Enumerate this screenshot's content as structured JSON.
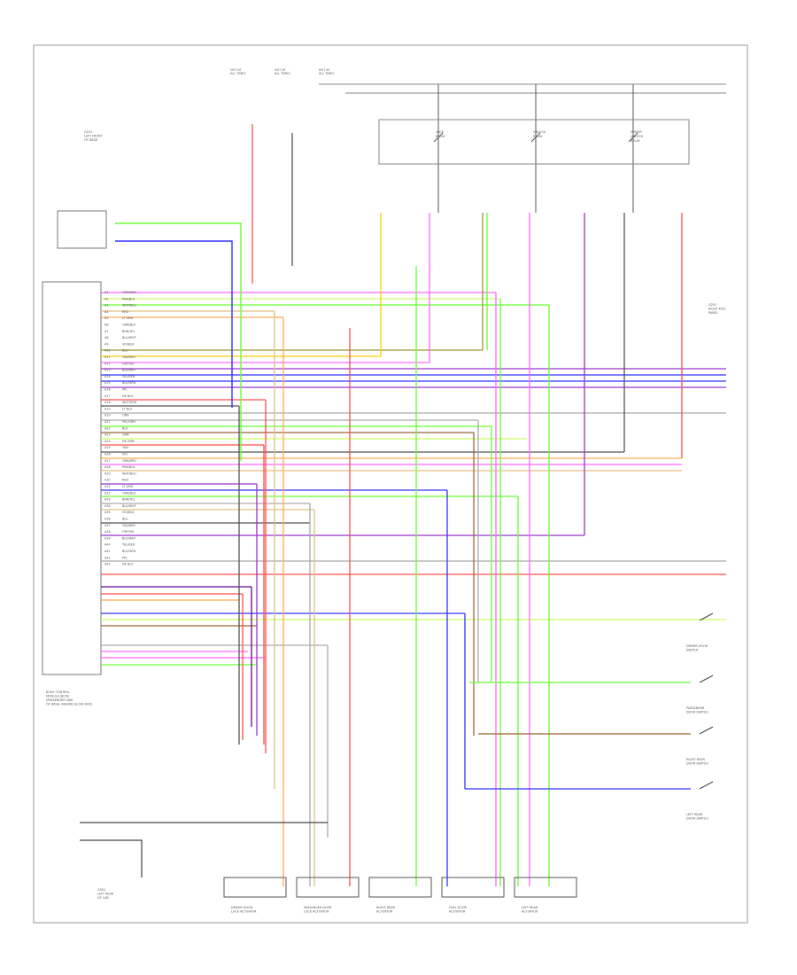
{
  "footer_code": "",
  "modules": {
    "bcm_label": [
      "BODY CONTROL",
      "MODULE (BCM)",
      "(PASSENGER SIDE",
      "OF DASH, BEHIND GLOVE BOX)"
    ]
  },
  "components": [
    {
      "id": "ds",
      "label": [
        "DRIVER DOOR",
        "LOCK ACTUATOR"
      ]
    },
    {
      "id": "pd",
      "label": [
        "PASSENGER DOOR",
        "LOCK ACTUATOR"
      ]
    },
    {
      "id": "rr",
      "label": [
        "RIGHT REAR",
        "ACTUATOR"
      ]
    },
    {
      "id": "fl",
      "label": [
        "FUEL DOOR",
        "ACTUATOR"
      ]
    },
    {
      "id": "lr",
      "label": [
        "LEFT REAR",
        "ACTUATOR"
      ]
    }
  ],
  "switches": [
    {
      "id": "sw1",
      "label": [
        "DRIVER DOOR",
        "SWITCH"
      ]
    },
    {
      "id": "sw2",
      "label": [
        "PASSENGER",
        "DOOR SWITCH"
      ]
    },
    {
      "id": "sw3",
      "label": [
        "RIGHT REAR",
        "DOOR SWITCH"
      ]
    },
    {
      "id": "sw4",
      "label": [
        "LEFT REAR",
        "DOOR SWITCH"
      ]
    }
  ],
  "grounds": [
    {
      "id": "g1",
      "label": [
        "G101",
        "LEFT FRONT",
        "OF DASH"
      ]
    },
    {
      "id": "g2",
      "label": [
        "G201",
        "RIGHT KICK",
        "PANEL"
      ]
    },
    {
      "id": "g3",
      "label": [
        "G301",
        "LEFT REAR",
        "OF CAB"
      ]
    }
  ],
  "relays": [
    {
      "id": "r1",
      "label": [
        "LOCK",
        "RELAY"
      ]
    },
    {
      "id": "r2",
      "label": [
        "UNLOCK",
        "RELAY"
      ]
    },
    {
      "id": "r3",
      "label": [
        "DRIVER",
        "UNLOCK",
        "RELAY"
      ]
    }
  ],
  "fuses": [
    {
      "id": "f1",
      "label": [
        "HOT AT",
        "ALL TIMES"
      ]
    },
    {
      "id": "f2",
      "label": [
        "HOT AT",
        "ALL TIMES"
      ]
    },
    {
      "id": "f3",
      "label": [
        "HOT AT",
        "ALL TIMES"
      ]
    }
  ],
  "wires": {
    "bcm_pins": [
      "A1",
      "A2",
      "A3",
      "A4",
      "A5",
      "A6",
      "A7",
      "A8",
      "A9",
      "A10",
      "A11",
      "A12",
      "A13",
      "A14",
      "A15",
      "A16",
      "A17",
      "A18",
      "A19",
      "A20",
      "A21",
      "A22",
      "A23",
      "A24",
      "A25",
      "A26",
      "A27",
      "A28",
      "A29",
      "A30",
      "A31",
      "A32",
      "A33",
      "A34",
      "A35",
      "A36",
      "A37",
      "A38",
      "A39",
      "A40",
      "A41",
      "A42",
      "A43"
    ],
    "colors": [
      "GRN/RED",
      "PNK/BLK",
      "WHT/BLU",
      "RED",
      "LT GRN",
      "ORN/BLK",
      "BRN/YEL",
      "BLU/WHT",
      "VIO/BLK",
      "BLU",
      "TAN/RED",
      "GRY/YEL",
      "BLK/WHT",
      "YEL/RED",
      "BLU/GRN",
      "PPL",
      "DK BLU",
      "WHT/RED",
      "LT BLU",
      "ORN",
      "YEL/GRN",
      "BLK",
      "GRN",
      "DK GRN",
      "TAN",
      "VIO"
    ]
  },
  "line_colors": {
    "red": "#ff4d4d",
    "pink": "#ff66ff",
    "green": "#66ff33",
    "light_green": "#ccff66",
    "blue": "#3333ff",
    "violet": "#9933cc",
    "purple": "#660099",
    "yellow": "#ffcc00",
    "orange": "#ffaa55",
    "tan": "#e0c080",
    "brown": "#996633",
    "black": "#555555",
    "grey": "#aaaaaa",
    "dark_green": "#339933",
    "olive": "#999933"
  }
}
